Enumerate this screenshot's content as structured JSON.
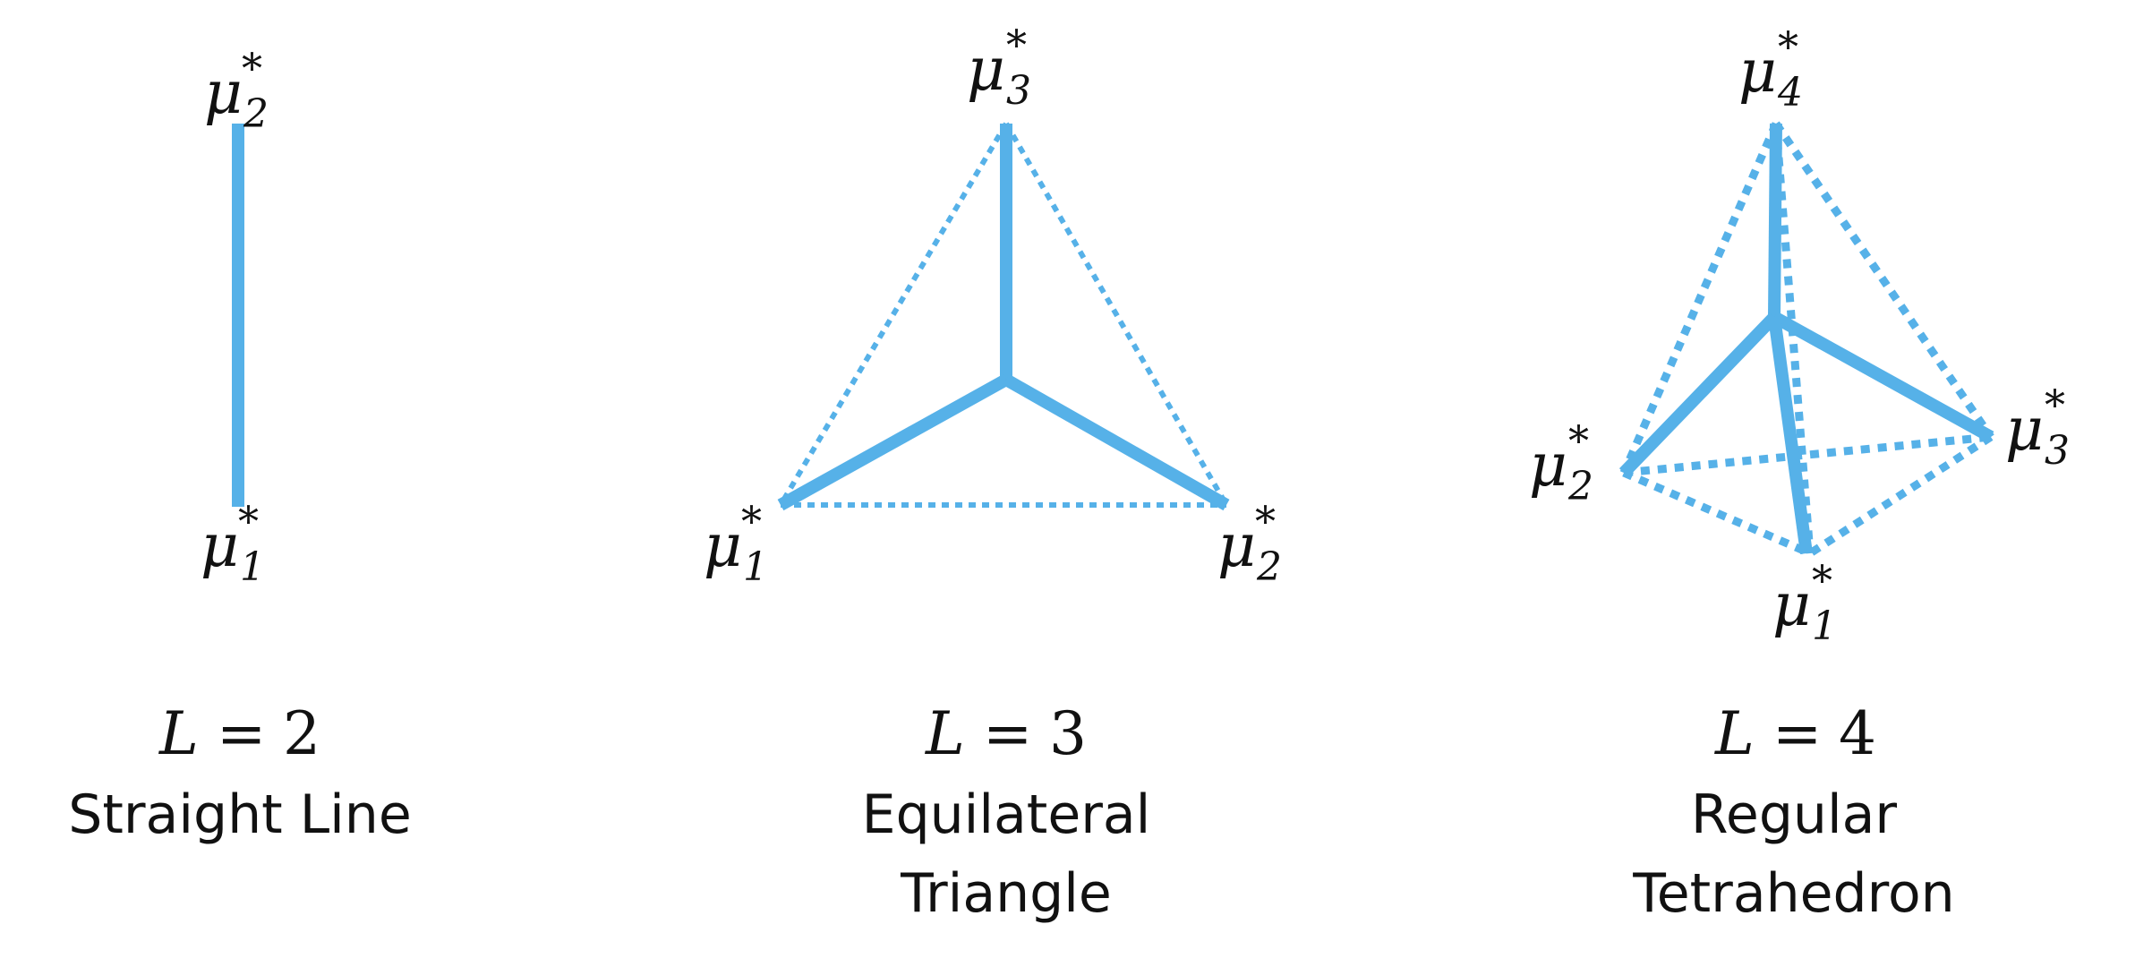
{
  "colors": {
    "edge": "#56B1E8",
    "text": "#111111"
  },
  "panels": [
    {
      "id": "line",
      "eq_var": "L",
      "eq_op": "=",
      "eq_value": "2",
      "caption": [
        "Straight Line"
      ],
      "labels": [
        {
          "base": "μ",
          "sub": "2",
          "sup": "*"
        },
        {
          "base": "μ",
          "sub": "1",
          "sup": "*"
        }
      ]
    },
    {
      "id": "triangle",
      "eq_var": "L",
      "eq_op": "=",
      "eq_value": "3",
      "caption": [
        "Equilateral",
        "Triangle"
      ],
      "labels": [
        {
          "base": "μ",
          "sub": "3",
          "sup": "*"
        },
        {
          "base": "μ",
          "sub": "1",
          "sup": "*"
        },
        {
          "base": "μ",
          "sub": "2",
          "sup": "*"
        }
      ]
    },
    {
      "id": "tetrahedron",
      "eq_var": "L",
      "eq_op": "=",
      "eq_value": "4",
      "caption": [
        "Regular",
        "Tetrahedron"
      ],
      "labels": [
        {
          "base": "μ",
          "sub": "4",
          "sup": "*"
        },
        {
          "base": "μ",
          "sub": "2",
          "sup": "*"
        },
        {
          "base": "μ",
          "sub": "3",
          "sup": "*"
        },
        {
          "base": "μ",
          "sub": "1",
          "sup": "*"
        }
      ]
    }
  ]
}
